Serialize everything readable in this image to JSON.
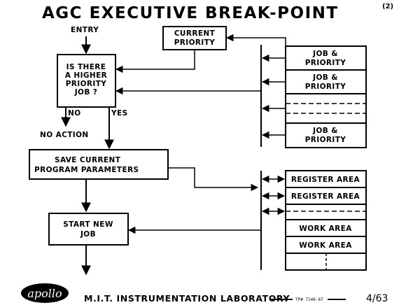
{
  "title": "AGC EXECUTIVE BREAK-POINT",
  "title_number": "(2)",
  "nodes": {
    "entry": "ENTRY",
    "current_priority": [
      "CURRENT",
      "PRIORITY"
    ],
    "decision": [
      "IS THERE",
      "A HIGHER",
      "PRIORITY",
      "JOB ?"
    ],
    "no": "NO",
    "yes": "YES",
    "no_action": "NO ACTION",
    "save_params": [
      "SAVE CURRENT",
      "PROGRAM PARAMETERS"
    ],
    "start_new_job": [
      "START NEW",
      "JOB"
    ]
  },
  "job_table": {
    "job_and_priority": [
      "JOB &",
      "PRIORITY"
    ]
  },
  "register_table": {
    "register_area": "REGISTER AREA",
    "work_area": "WORK AREA"
  },
  "footer": {
    "logo": "apollo",
    "lab": "M.I.T. INSTRUMENTATION LABORATORY",
    "ref": "TP# 7146-67",
    "page": "4/63"
  },
  "colors": {
    "ink": "#000000",
    "paper": "#ffffff"
  }
}
